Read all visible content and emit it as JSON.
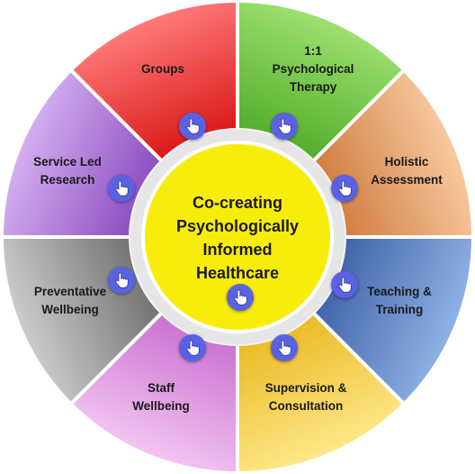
{
  "diagram": {
    "center": {
      "lines": [
        "Co-creating",
        "Psychologically",
        "Informed",
        "Healthcare"
      ],
      "color": "#f8ec0a"
    },
    "segments": [
      {
        "id": "groups",
        "lines": [
          "Groups"
        ],
        "color_light": "#ff7a7a",
        "color_dark": "#d81414"
      },
      {
        "id": "therapy",
        "lines": [
          "1:1",
          "Psychological",
          "Therapy"
        ],
        "color_light": "#9ee070",
        "color_dark": "#4fab28"
      },
      {
        "id": "holistic",
        "lines": [
          "Holistic",
          "Assessment"
        ],
        "color_light": "#f7c9a0",
        "color_dark": "#cf7a3c"
      },
      {
        "id": "teaching",
        "lines": [
          "Teaching &",
          "Training"
        ],
        "color_light": "#8fb2e6",
        "color_dark": "#3d60a6"
      },
      {
        "id": "supervision",
        "lines": [
          "Supervision &",
          "Consultation"
        ],
        "color_light": "#ffe88a",
        "color_dark": "#e8b820"
      },
      {
        "id": "staff",
        "lines": [
          "Staff",
          "Wellbeing"
        ],
        "color_light": "#f3c5f2",
        "color_dark": "#c96ed0"
      },
      {
        "id": "preventative",
        "lines": [
          "Preventative",
          "Wellbeing"
        ],
        "color_light": "#cccccc",
        "color_dark": "#6e6e6e"
      },
      {
        "id": "research",
        "lines": [
          "Service Led",
          "Research"
        ],
        "color_light": "#d5aff0",
        "color_dark": "#8a49c0"
      }
    ],
    "hand_icon": "pointing-hand-icon",
    "button_color": "#5a62e3"
  }
}
